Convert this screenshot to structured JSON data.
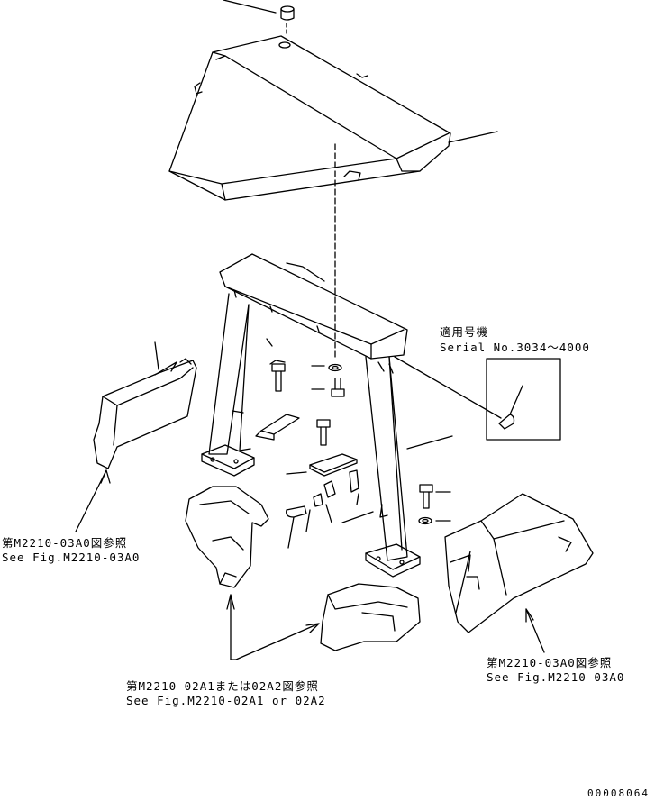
{
  "serial_note": {
    "title": "適用号機",
    "serial": "Serial No.3034～4000"
  },
  "refs": {
    "left_jp": "第M2210-03A0図参照",
    "left_en": "See Fig.M2210-03A0",
    "right_jp": "第M2210-03A0図参照",
    "right_en": "See Fig.M2210-03A0",
    "bottom_jp": "第M2210-02A1または02A2図参照",
    "bottom_en": "See Fig.M2210-02A1 or 02A2"
  },
  "drawing_number": "00008064",
  "colors": {
    "ink": "#000000",
    "paper": "#ffffff"
  }
}
